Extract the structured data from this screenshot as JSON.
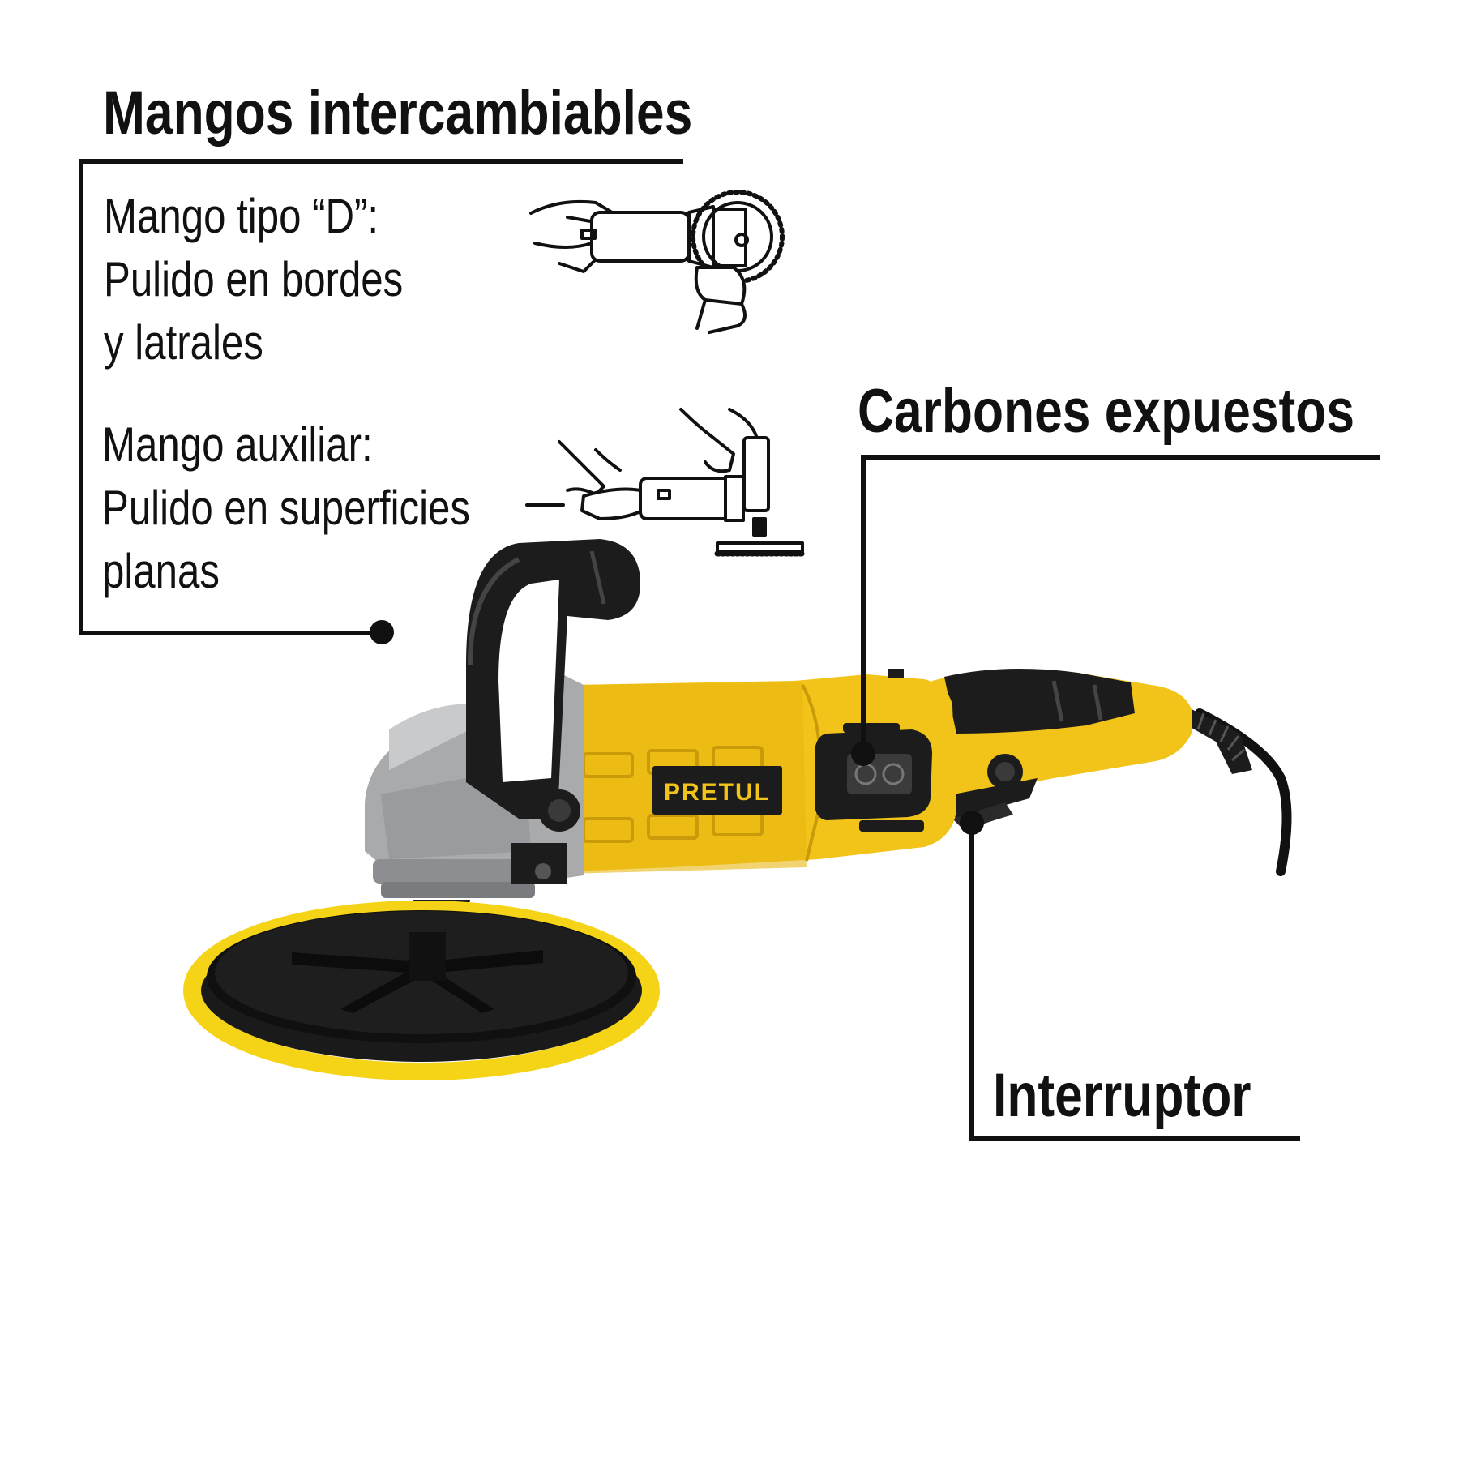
{
  "callouts": {
    "handles": {
      "title": "Mangos intercambiables",
      "d_handle": {
        "line1": "Mango tipo “D”:",
        "line2": "Pulido en bordes",
        "line3": "y latrales"
      },
      "aux_handle": {
        "line1": "Mango auxiliar:",
        "line2": "Pulido en superficies",
        "line3": "planas"
      }
    },
    "brushes": {
      "title": "Carbones expuestos"
    },
    "switch": {
      "title": "Interruptor"
    }
  },
  "product": {
    "brand_label": "PRETUL",
    "colors": {
      "body_yellow": "#f2c318",
      "grip_black": "#1c1c1c",
      "head_gray": "#a9aaac",
      "pad_yellow": "#f5d417"
    }
  },
  "icons": [
    "d-handle-usage-icon",
    "auxiliary-handle-usage-icon"
  ]
}
